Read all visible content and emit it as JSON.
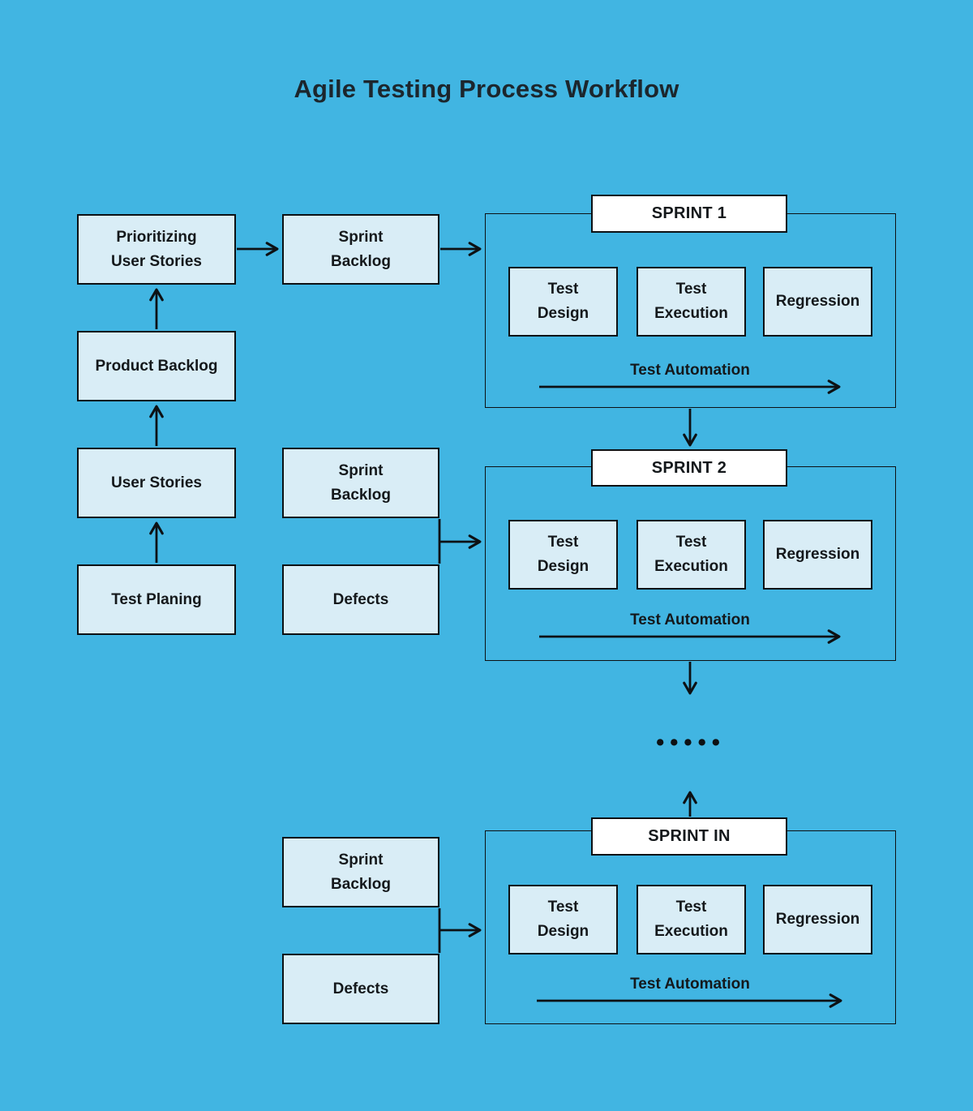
{
  "title": "Agile Testing Process Workflow",
  "nodes": {
    "prioritizing_user_stories": "Prioritizing\nUser Stories",
    "sprint_backlog_top": "Sprint\nBacklog",
    "product_backlog": "Product Backlog",
    "user_stories": "User Stories",
    "test_planing": "Test Planing",
    "sprint_backlog_mid": "Sprint\nBacklog",
    "defects_mid": "Defects",
    "sprint_backlog_bottom": "Sprint\nBacklog",
    "defects_bottom": "Defects"
  },
  "sprints": {
    "sprint1": {
      "label": "SPRINT 1",
      "test_design": "Test\nDesign",
      "test_execution": "Test\nExecution",
      "regression": "Regression",
      "automation": "Test Automation"
    },
    "sprint2": {
      "label": "SPRINT 2",
      "test_design": "Test\nDesign",
      "test_execution": "Test\nExecution",
      "regression": "Regression",
      "automation": "Test Automation"
    },
    "sprint_in": {
      "label": "SPRINT IN",
      "test_design": "Test\nDesign",
      "test_execution": "Test\nExecution",
      "regression": "Regression",
      "automation": "Test Automation"
    }
  },
  "dots": "•••••",
  "colors": {
    "background": "#41b5e2",
    "node_fill": "#d9edf6",
    "sprint_label_fill": "#ffffff",
    "line": "#0d1114",
    "text": "#14181b",
    "title_text": "#1c262d"
  }
}
